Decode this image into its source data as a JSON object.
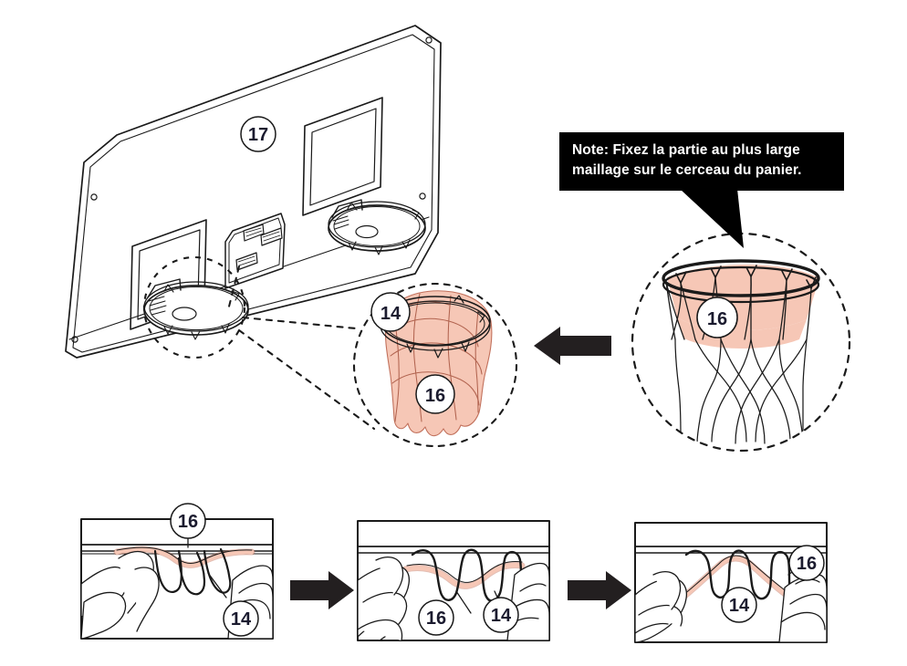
{
  "document": {
    "type": "assembly-instruction-diagram",
    "product": "basketball backboard and net assembly",
    "language": "fr"
  },
  "note": {
    "name": "note-callout",
    "line1": "Note: Fixez la partie au plus large",
    "line2": "maillage sur le cerceau du panier.",
    "background": "#000000",
    "text_color": "#ffffff"
  },
  "colors": {
    "outline": "#1a1a1a",
    "net_fill": "#f6c7b6",
    "net_stroke": "#c2715c",
    "arrow": "#231f20",
    "badge_text": "#1b1b2f",
    "badge_fill": "#ffffff",
    "dash": "#1a1a1a"
  },
  "parts": {
    "backboard": {
      "callout": "17",
      "label": "backboard panel"
    },
    "rim": {
      "callout": "14",
      "label": "hoop rim"
    },
    "net": {
      "callout": "16",
      "label": "net"
    }
  },
  "callouts": {
    "backboard": "17",
    "detail_rim": "14",
    "detail_net": "16",
    "wide_mesh_net": "16",
    "step1_net": "16",
    "step1_rim": "14",
    "step2_net": "16",
    "step2_rim": "14",
    "step3_net": "16",
    "step3_rim": "14"
  },
  "steps": [
    {
      "index": 1,
      "net_callout": "16",
      "rim_callout": "14",
      "description": "net loop held above rim"
    },
    {
      "index": 2,
      "net_callout": "16",
      "rim_callout": "14",
      "description": "net loop threaded through rim hook"
    },
    {
      "index": 3,
      "net_callout": "16",
      "rim_callout": "14",
      "description": "net loop seated on rim hook"
    }
  ],
  "arrows": {
    "detail_transfer": {
      "direction": "left"
    },
    "step1_to_step2": {
      "direction": "right"
    },
    "step2_to_step3": {
      "direction": "right"
    }
  }
}
